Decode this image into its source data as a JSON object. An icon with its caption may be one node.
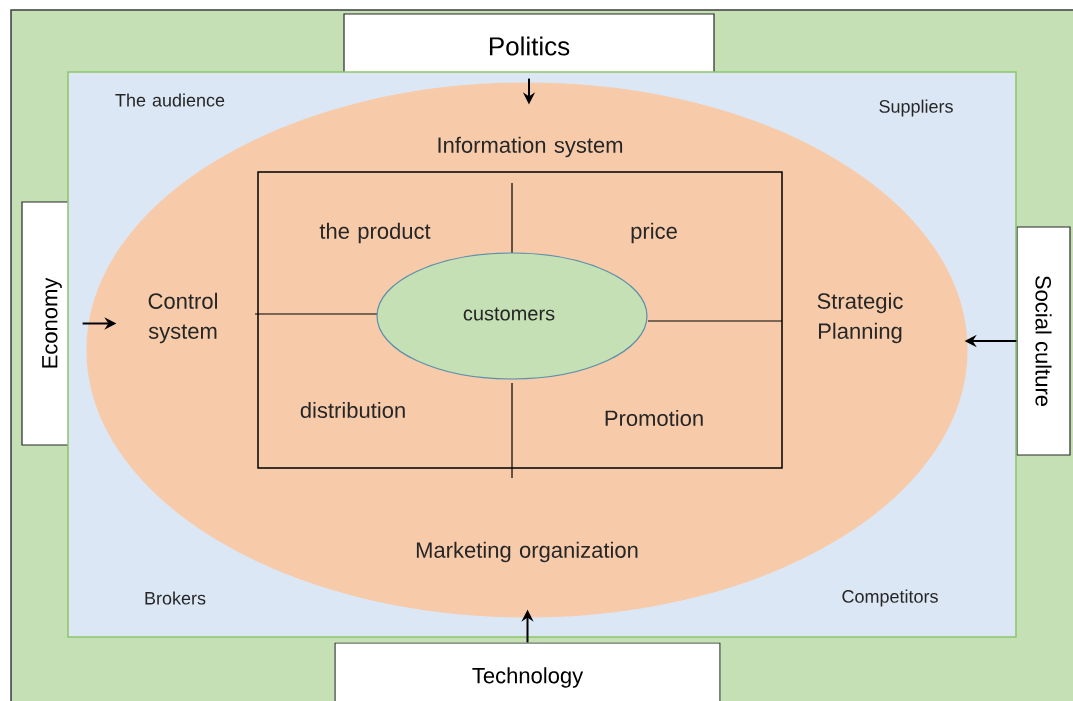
{
  "diagram": {
    "nodes": [
      {
        "text": [
          "Politics"
        ]
      },
      {
        "text": [
          "Economy"
        ]
      },
      {
        "text": [
          "Social culture"
        ]
      },
      {
        "text": [
          "Technology"
        ]
      },
      {
        "text": [
          "The audience",
          "Suppliers",
          "Brokers",
          "Competitors"
        ]
      },
      {
        "text": [
          "Information system",
          "Control system",
          "Strategic Planning",
          "Marketing organization"
        ],
        "in": 4
      },
      {
        "text": [
          "the product",
          "price",
          "distribution",
          "Promotion"
        ],
        "in": 5
      },
      {
        "text": [
          "customers"
        ],
        "in": 6
      }
    ],
    "edges": [
      {
        "from": 0,
        "to": 5,
        "arrow": "to"
      },
      {
        "from": 1,
        "to": 5,
        "arrow": "to"
      },
      {
        "from": 2,
        "to": 5,
        "arrow": "to"
      },
      {
        "from": 3,
        "to": 5,
        "arrow": "to"
      }
    ]
  }
}
